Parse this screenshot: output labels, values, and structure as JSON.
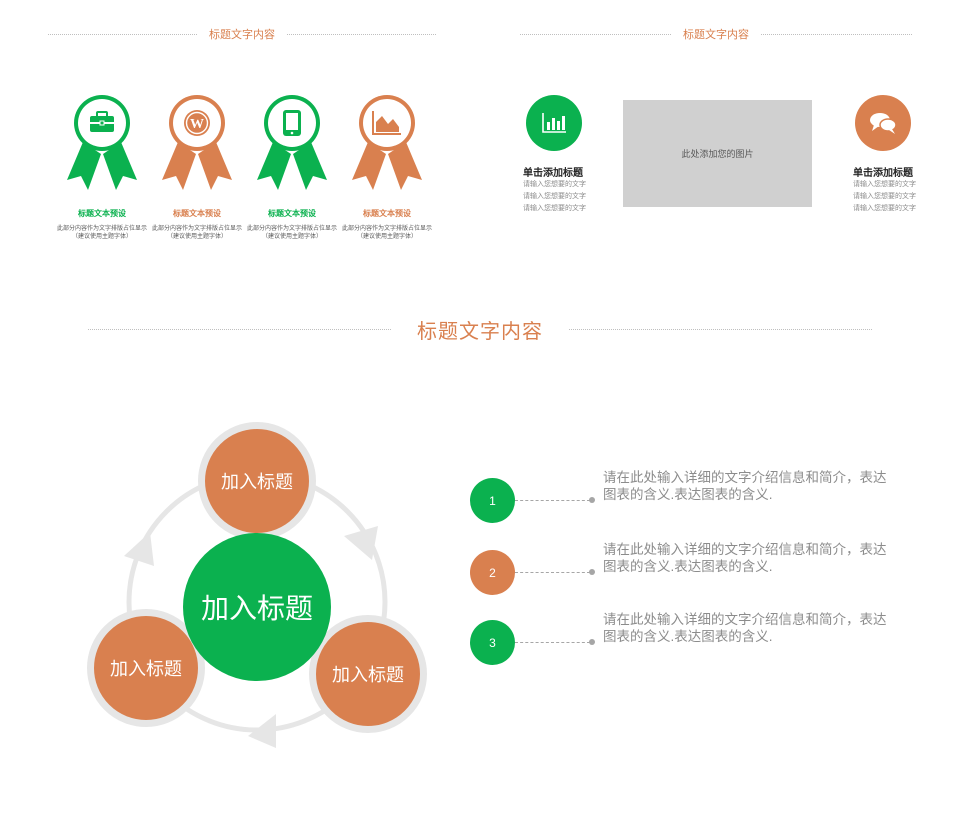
{
  "colors": {
    "green": "#0bb14f",
    "orange": "#d9804f",
    "ring": "#e6e6e6",
    "grey_text": "#8c8c8c"
  },
  "top_left": {
    "title": "标题文字内容",
    "medals": [
      {
        "icon": "briefcase-icon",
        "color": "green",
        "label": "标题文本预设",
        "desc1": "此部分内容作为文字排版占位显示",
        "desc2": "（建议使用主题字体）"
      },
      {
        "icon": "wordpress-icon",
        "color": "orange",
        "label": "标题文本预设",
        "desc1": "此部分内容作为文字排版占位显示",
        "desc2": "（建议使用主题字体）"
      },
      {
        "icon": "tablet-icon",
        "color": "green",
        "label": "标题文本预设",
        "desc1": "此部分内容作为文字排版占位显示",
        "desc2": "（建议使用主题字体）"
      },
      {
        "icon": "area-chart-icon",
        "color": "orange",
        "label": "标题文本预设",
        "desc1": "此部分内容作为文字排版占位显示",
        "desc2": "（建议使用主题字体）"
      }
    ]
  },
  "top_right": {
    "title": "标题文字内容",
    "left_block": {
      "icon": "bar-chart-icon",
      "title": "单击添加标题",
      "lines": [
        "请输入您想要的文字",
        "请输入您想要的文字",
        "请输入您想要的文字"
      ]
    },
    "image_placeholder": "此处添加您的图片",
    "right_block": {
      "icon": "chat-bubbles-icon",
      "title": "单击添加标题",
      "lines": [
        "请输入您想要的文字",
        "请输入您想要的文字",
        "请输入您想要的文字"
      ]
    }
  },
  "bottom": {
    "title": "标题文字内容",
    "cycle": {
      "center": "加入标题",
      "top": "加入标题",
      "left": "加入标题",
      "right": "加入标题"
    },
    "steps": [
      {
        "num": "1",
        "color": "green",
        "text": "请在此处输入详细的文字介绍信息和简介，表达图表的含义.表达图表的含义."
      },
      {
        "num": "2",
        "color": "orange",
        "text": "请在此处输入详细的文字介绍信息和简介，表达图表的含义.表达图表的含义."
      },
      {
        "num": "3",
        "color": "green",
        "text": "请在此处输入详细的文字介绍信息和简介，表达图表的含义.表达图表的含义."
      }
    ]
  }
}
